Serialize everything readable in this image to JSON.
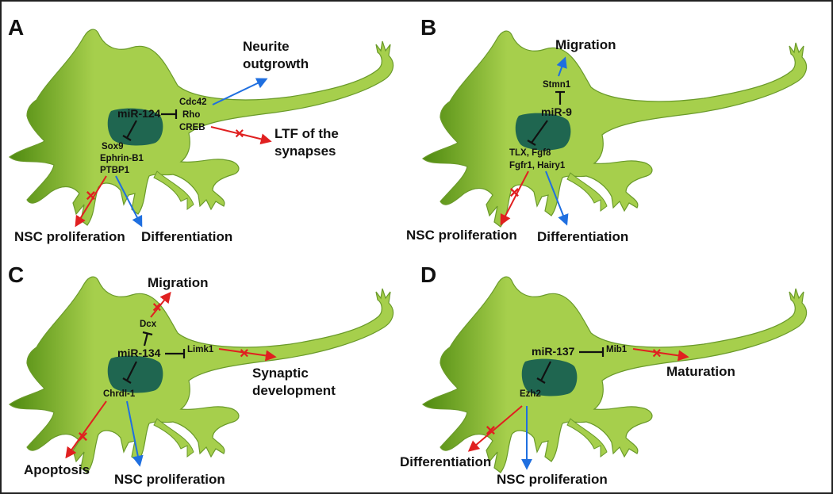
{
  "colors": {
    "cell_fill": "#a6cf4c",
    "cell_dark": "#4f8a10",
    "cell_outline": "#6a9a2a",
    "nucleus": "#1f6650",
    "activate_arrow": "#1f6fe0",
    "inhibit_arrow": "#e02020",
    "text": "#111111"
  },
  "panels": {
    "A": {
      "letter": "A",
      "mirna": "miR-124",
      "targets_right": [
        "Cdc42",
        "Rho",
        "CREB"
      ],
      "targets_below": [
        "Sox9",
        "Ephrin-B1",
        "PTBP1"
      ],
      "outcome_1a": "Neurite",
      "outcome_1b": "outgrowth",
      "outcome_2a": "LTF of the",
      "outcome_2b": "synapses",
      "outcome_3": "NSC proliferation",
      "outcome_4": "Differentiation"
    },
    "B": {
      "letter": "B",
      "mirna": "miR-9",
      "target_top": "Stmn1",
      "targets_below": [
        "TLX, Fgf8",
        "Fgfr1, Hairy1"
      ],
      "outcome_1": "Migration",
      "outcome_2": "NSC proliferation",
      "outcome_3": "Differentiation"
    },
    "C": {
      "letter": "C",
      "mirna": "miR-134",
      "target_top": "Dcx",
      "target_right": "Limk1",
      "target_below": "Chrdl-1",
      "outcome_1": "Migration",
      "outcome_2a": "Synaptic",
      "outcome_2b": "development",
      "outcome_3": "Apoptosis",
      "outcome_4": "NSC proliferation"
    },
    "D": {
      "letter": "D",
      "mirna": "miR-137",
      "target_right": "Mib1",
      "target_below": "Ezh2",
      "outcome_1": "Maturation",
      "outcome_2": "Differentiation",
      "outcome_3": "NSC proliferation"
    }
  }
}
